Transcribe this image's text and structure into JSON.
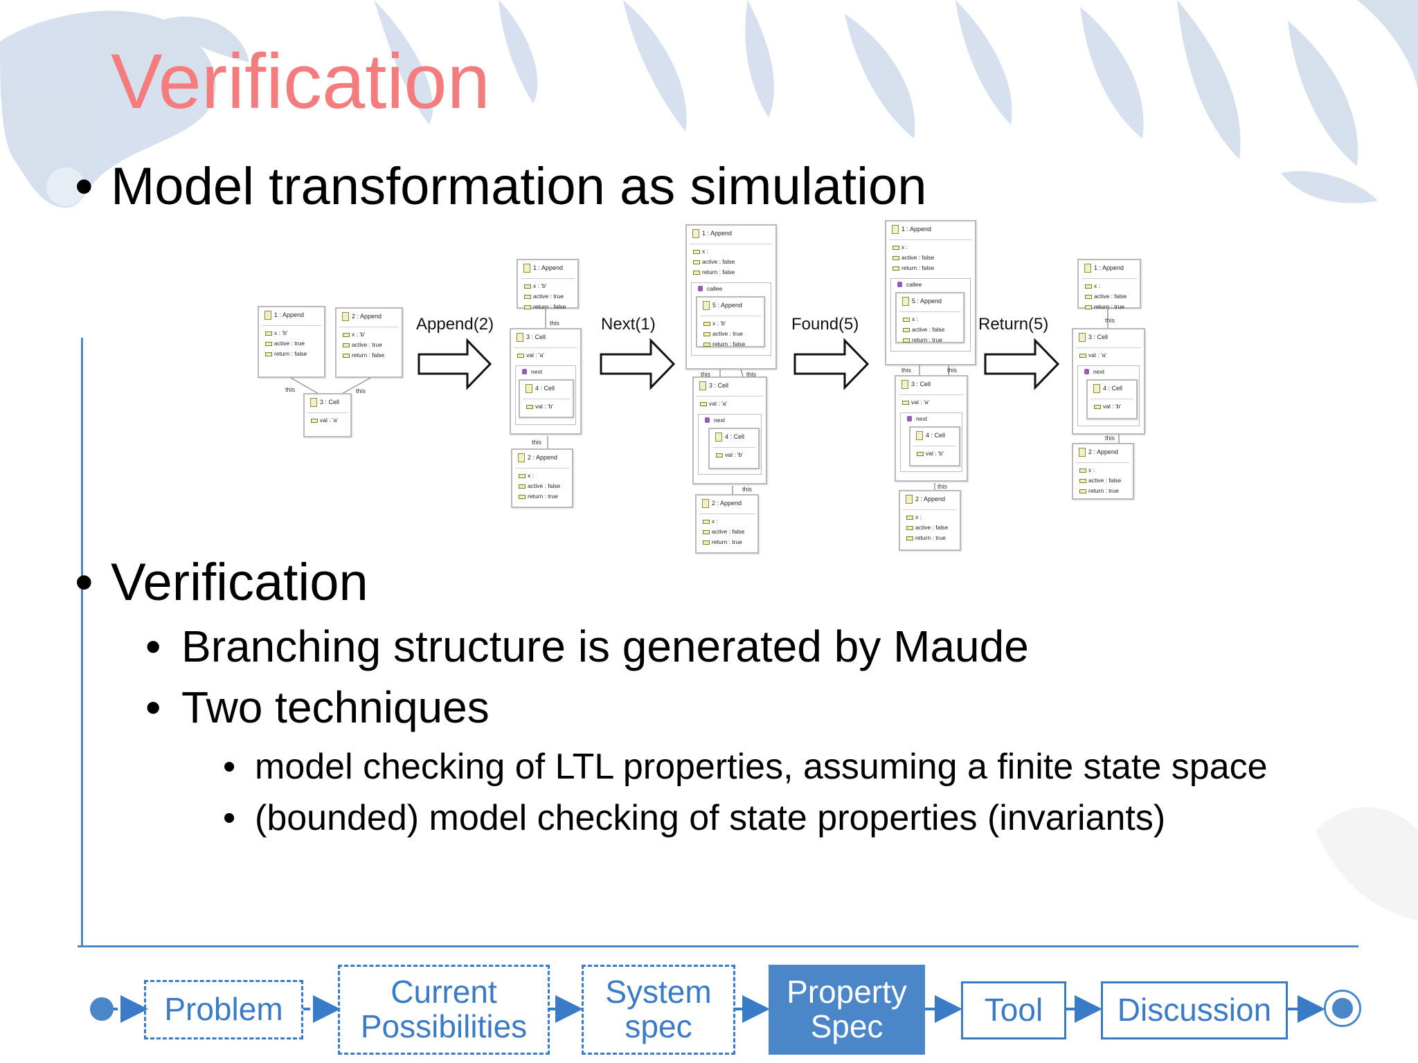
{
  "slide": {
    "title": "Verification",
    "bullet1": "Model transformation as simulation",
    "bullet2": "Verification",
    "sub1": "Branching structure is generated by Maude",
    "sub2": "Two techniques",
    "subsub1": "model checking of LTL properties, assuming a finite state space",
    "subsub2": "(bounded) model checking of state properties (invariants)",
    "bullet_glyph": "•"
  },
  "transitions": [
    "Append(2)",
    "Next(1)",
    "Found(5)",
    "Return(5)"
  ],
  "diagram": {
    "s0": {
      "a1": {
        "head": "1 : Append",
        "attrs": [
          "x : 'b'",
          "active : true",
          "return : false"
        ]
      },
      "a2": {
        "head": "2 : Append",
        "attrs": [
          "x : 'b'",
          "active : true",
          "return : false"
        ]
      },
      "c3": {
        "head": "3 : Cell",
        "attrs": [
          "val : 'a'"
        ]
      },
      "this_l": "this",
      "this_r": "this"
    },
    "s1": {
      "a1": {
        "head": "1 : Append",
        "attrs": [
          "x : 'b'",
          "active : true",
          "return : false"
        ]
      },
      "c3": {
        "head": "3 : Cell",
        "attrs": [
          "val : 'a'"
        ]
      },
      "next": "next",
      "c4": {
        "head": "4 : Cell",
        "attrs": [
          "val : 'b'"
        ]
      },
      "a2": {
        "head": "2 : Append",
        "attrs": [
          "x :",
          "active : false",
          "return : true"
        ]
      },
      "this_t": "this",
      "this_b": "this"
    },
    "s2": {
      "a1": {
        "head": "1 : Append",
        "attrs": [
          "x :",
          "active : false",
          "return : false"
        ]
      },
      "callee": "callee",
      "a5": {
        "head": "5 : Append",
        "attrs": [
          "x : 'b'",
          "active : true",
          "return : false"
        ]
      },
      "c3": {
        "head": "3 : Cell",
        "attrs": [
          "val : 'a'"
        ]
      },
      "next": "next",
      "c4": {
        "head": "4 : Cell",
        "attrs": [
          "val : 'b'"
        ]
      },
      "a2": {
        "head": "2 : Append",
        "attrs": [
          "x :",
          "active : false",
          "return : true"
        ]
      },
      "this_a": "this",
      "this_b": "this",
      "this_c": "this"
    },
    "s3": {
      "a1": {
        "head": "1 : Append",
        "attrs": [
          "x :",
          "active : false",
          "return : false"
        ]
      },
      "callee": "callee",
      "a5": {
        "head": "5 : Append",
        "attrs": [
          "x :",
          "active : false",
          "return : true"
        ]
      },
      "c3": {
        "head": "3 : Cell",
        "attrs": [
          "val : 'a'"
        ]
      },
      "next": "next",
      "c4": {
        "head": "4 : Cell",
        "attrs": [
          "val : 'b'"
        ]
      },
      "a2": {
        "head": "2 : Append",
        "attrs": [
          "x :",
          "active : false",
          "return : true"
        ]
      },
      "this_a": "this",
      "this_b": "this",
      "this_c": "this"
    },
    "s4": {
      "a1": {
        "head": "1 : Append",
        "attrs": [
          "x :",
          "active : false",
          "return : true"
        ]
      },
      "c3": {
        "head": "3 : Cell",
        "attrs": [
          "val : 'a'"
        ]
      },
      "next": "next",
      "c4": {
        "head": "4 : Cell",
        "attrs": [
          "val : 'b'"
        ]
      },
      "a2": {
        "head": "2 : Append",
        "attrs": [
          "x :",
          "active : false",
          "return : true"
        ]
      },
      "this_t": "this",
      "this_b": "this"
    }
  },
  "nav": {
    "items": [
      {
        "label": "Problem",
        "style": "dashed"
      },
      {
        "label": "Current Possibilities",
        "style": "dashed"
      },
      {
        "label": "System spec",
        "style": "dashed"
      },
      {
        "label": "Property Spec",
        "style": "active"
      },
      {
        "label": "Tool",
        "style": "solid"
      },
      {
        "label": "Discussion",
        "style": "solid"
      }
    ],
    "colors": {
      "accent": "#4a86c8",
      "label": "#3a7bc8",
      "active_text": "#ffffff"
    }
  },
  "colors": {
    "title": "#f47c7c",
    "background_decoration": "#c9d6e8"
  }
}
